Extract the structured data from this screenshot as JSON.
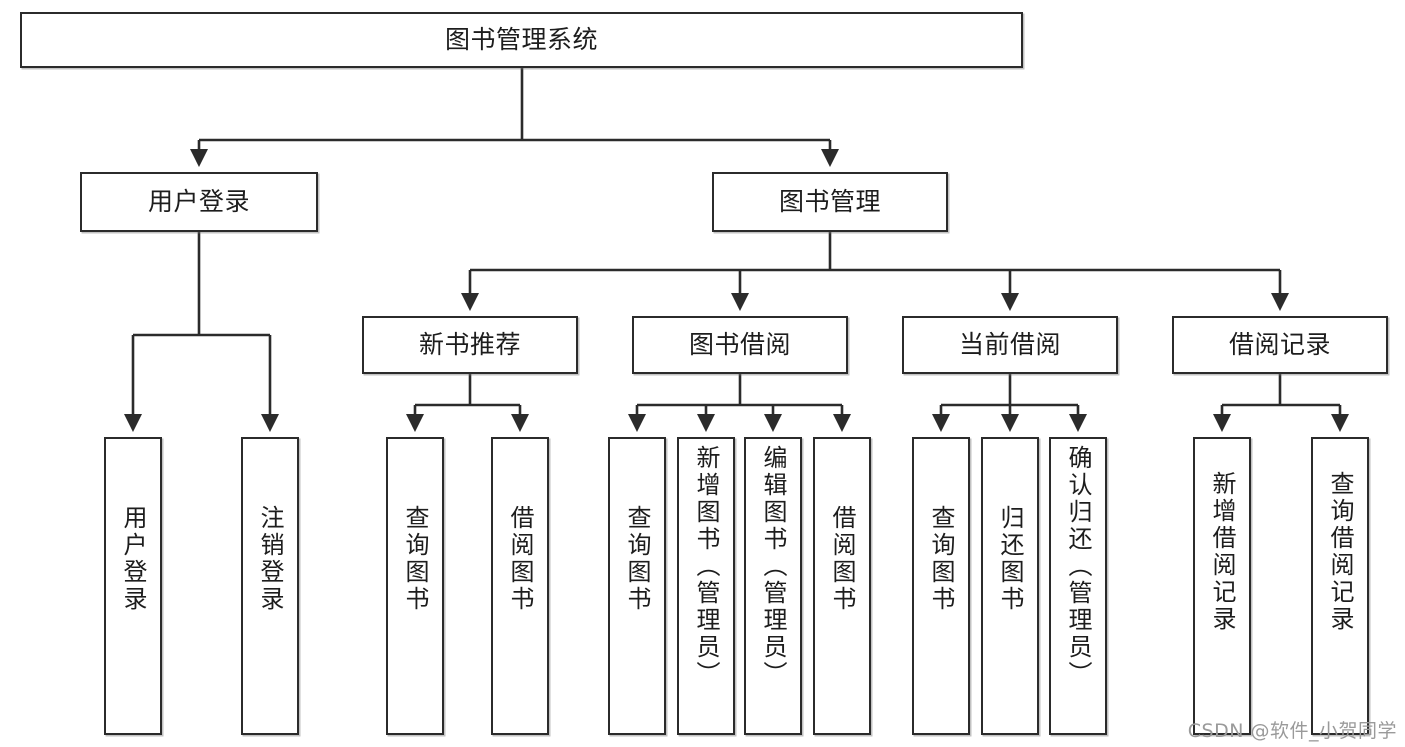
{
  "diagram": {
    "type": "tree-hierarchy",
    "title": "图书管理系统",
    "root": {
      "id": "root",
      "label": "图书管理系统"
    },
    "level2": [
      {
        "id": "user-login",
        "label": "用户登录"
      },
      {
        "id": "book-manage",
        "label": "图书管理"
      }
    ],
    "level3": [
      {
        "id": "new-book-recommend",
        "label": "新书推荐",
        "parent": "book-manage"
      },
      {
        "id": "book-borrow",
        "label": "图书借阅",
        "parent": "book-manage"
      },
      {
        "id": "current-borrow",
        "label": "当前借阅",
        "parent": "book-manage"
      },
      {
        "id": "borrow-record",
        "label": "借阅记录",
        "parent": "book-manage"
      }
    ],
    "leaves": [
      {
        "id": "leaf-user-login",
        "label": "用户登录",
        "parent": "user-login"
      },
      {
        "id": "leaf-logout-login",
        "label": "注销登录",
        "parent": "user-login"
      },
      {
        "id": "leaf-query-book-1",
        "label": "查询图书",
        "parent": "new-book-recommend"
      },
      {
        "id": "leaf-borrow-book-1",
        "label": "借阅图书",
        "parent": "new-book-recommend"
      },
      {
        "id": "leaf-query-book-2",
        "label": "查询图书",
        "parent": "book-borrow"
      },
      {
        "id": "leaf-add-book",
        "label": "新增图书（管理员）",
        "parent": "book-borrow"
      },
      {
        "id": "leaf-edit-book",
        "label": "编辑图书（管理员）",
        "parent": "book-borrow"
      },
      {
        "id": "leaf-borrow-book-2",
        "label": "借阅图书",
        "parent": "book-borrow"
      },
      {
        "id": "leaf-query-book-3",
        "label": "查询图书",
        "parent": "current-borrow"
      },
      {
        "id": "leaf-return-book",
        "label": "归还图书",
        "parent": "current-borrow"
      },
      {
        "id": "leaf-confirm-return",
        "label": "确认归还（管理员）",
        "parent": "current-borrow"
      },
      {
        "id": "leaf-add-record",
        "label": "新增借阅记录",
        "parent": "borrow-record"
      },
      {
        "id": "leaf-query-record",
        "label": "查询借阅记录",
        "parent": "borrow-record"
      }
    ],
    "watermark": "CSDN @软件_小贺同学",
    "colors": {
      "stroke": "#2b2b2b",
      "fill": "#ffffff",
      "text": "#1d1d1d",
      "watermark": "#9a9a9a"
    }
  }
}
